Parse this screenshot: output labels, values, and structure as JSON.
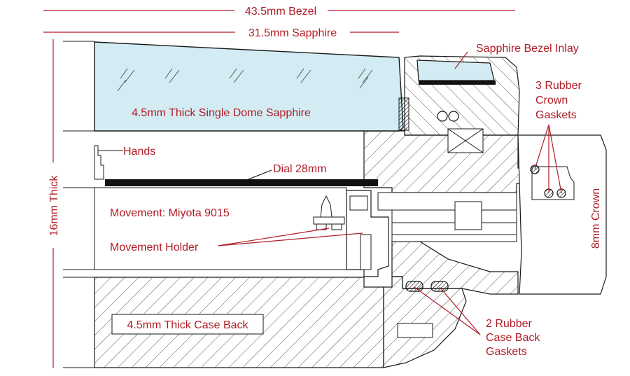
{
  "dimensions": {
    "bezel": "43.5mm Bezel",
    "sapphire": "31.5mm Sapphire",
    "thickness": "16mm Thick",
    "crown": "8mm Crown"
  },
  "labels": {
    "sapphire_bezel_inlay": "Sapphire Bezel Inlay",
    "crown_gaskets": [
      "3 Rubber",
      "Crown",
      "Gaskets"
    ],
    "dome_sapphire": "4.5mm Thick Single Dome Sapphire",
    "hands": "Hands",
    "dial": "Dial 28mm",
    "movement": "Movement: Miyota 9015",
    "movement_holder": "Movement Holder",
    "case_back": "4.5mm Thick Case Back",
    "case_back_gaskets": [
      "2 Rubber",
      "Case Back",
      "Gaskets"
    ]
  },
  "colors": {
    "label_red": "#b01c25",
    "sapphire_fill": "#d3ecf4",
    "line_black": "#1a1a1a",
    "hatch_gray": "#555555"
  }
}
